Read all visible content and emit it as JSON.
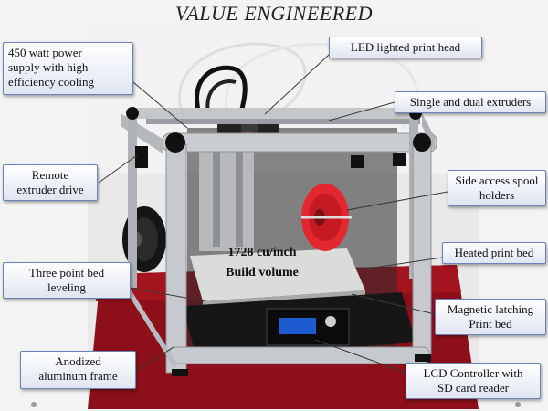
{
  "title": "VALUE ENGINEERED",
  "callouts": {
    "power": "450 watt power\nsupply with high\nefficiency cooling",
    "remote": "Remote\nextruder drive",
    "leveling": "Three point bed\nleveling",
    "frame": "Anodized\naluminum frame",
    "led": "LED lighted print head",
    "extruders": "Single and dual extruders",
    "spool": "Side access spool\nholders",
    "bed": "Heated print bed",
    "magnetic": "Magnetic latching\nPrint bed",
    "lcd": "LCD Controller with\nSD card reader"
  },
  "build_volume": {
    "line1": "1728 cu/inch",
    "line2": "Build volume"
  },
  "colors": {
    "backdrop": "#e7e7e7",
    "tablecloth": "#8c0f1a",
    "frame": "#b9bcc0",
    "spool_red": "#e4262f",
    "spool_black": "#151515",
    "lcd": "#1d5bd0"
  }
}
